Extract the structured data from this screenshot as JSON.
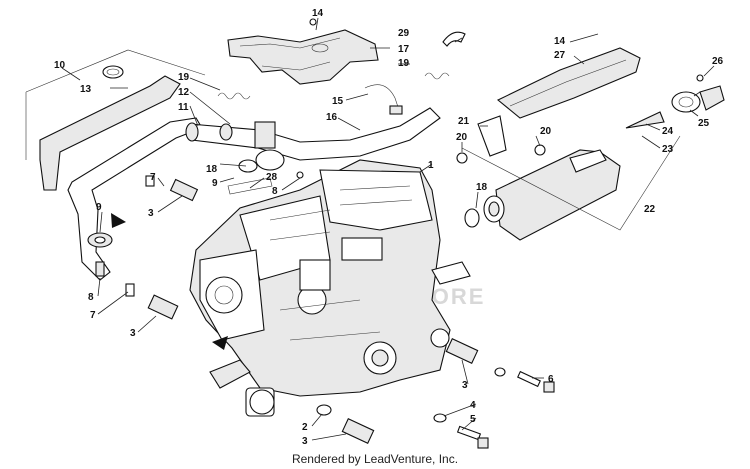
{
  "diagram": {
    "callouts": [
      "1",
      "2",
      "3",
      "4",
      "5",
      "6",
      "7",
      "8",
      "9",
      "10",
      "11",
      "12",
      "13",
      "14",
      "15",
      "16",
      "17",
      "18",
      "19",
      "20",
      "21",
      "22",
      "23",
      "24",
      "25",
      "26",
      "27",
      "28",
      "29"
    ],
    "watermark": "STORE",
    "footer": "Rendered by LeadVenture, Inc."
  }
}
